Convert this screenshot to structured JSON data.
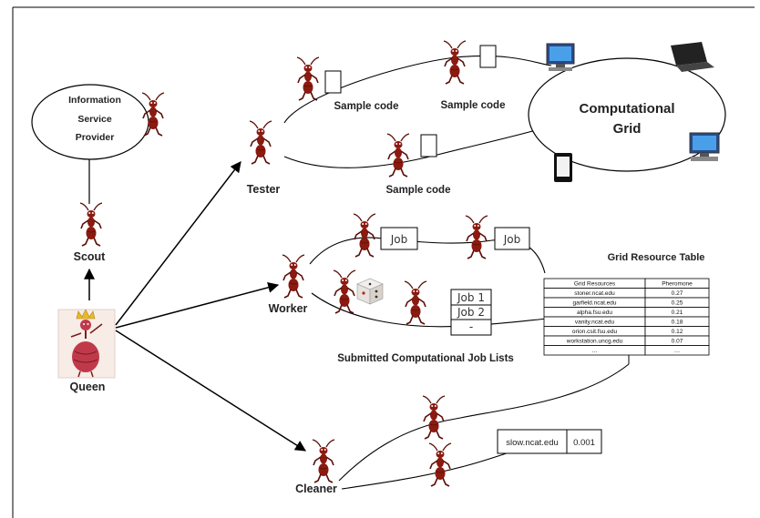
{
  "labels": {
    "isp_line1": "Information",
    "isp_line2": "Service",
    "isp_line3": "Provider",
    "scout": "Scout",
    "queen": "Queen",
    "tester": "Tester",
    "worker": "Worker",
    "cleaner": "Cleaner",
    "sample_code": "Sample code",
    "grid_line1": "Computational",
    "grid_line2": "Grid",
    "job": "Job",
    "job1": "Job 1",
    "job2": "Job 2",
    "job_more": "-",
    "submitted_jobs": "Submitted Computational Job Lists",
    "table_title": "Grid Resource Table"
  },
  "resource_table": {
    "headers": [
      "Grid Resources",
      "Pheromone"
    ],
    "rows": [
      [
        "stoner.ncat.edu",
        "0.27"
      ],
      [
        "garfield.ncat.edu",
        "0.25"
      ],
      [
        "alpha.fsu.edu",
        "0.21"
      ],
      [
        "vanity.ncat.edu",
        "0.18"
      ],
      [
        "orion.csit.fsu.edu",
        "0.12"
      ],
      [
        "workstation.uncg.edu",
        "0.07"
      ],
      [
        "…",
        "…"
      ]
    ]
  },
  "cleaner_entry": {
    "host": "slow.ncat.edu",
    "value": "0.001"
  },
  "colors": {
    "ant": "#8b1a10",
    "ant_dark": "#5a0e08",
    "queen_body": "#c0394b",
    "crown": "#e8b92a"
  }
}
